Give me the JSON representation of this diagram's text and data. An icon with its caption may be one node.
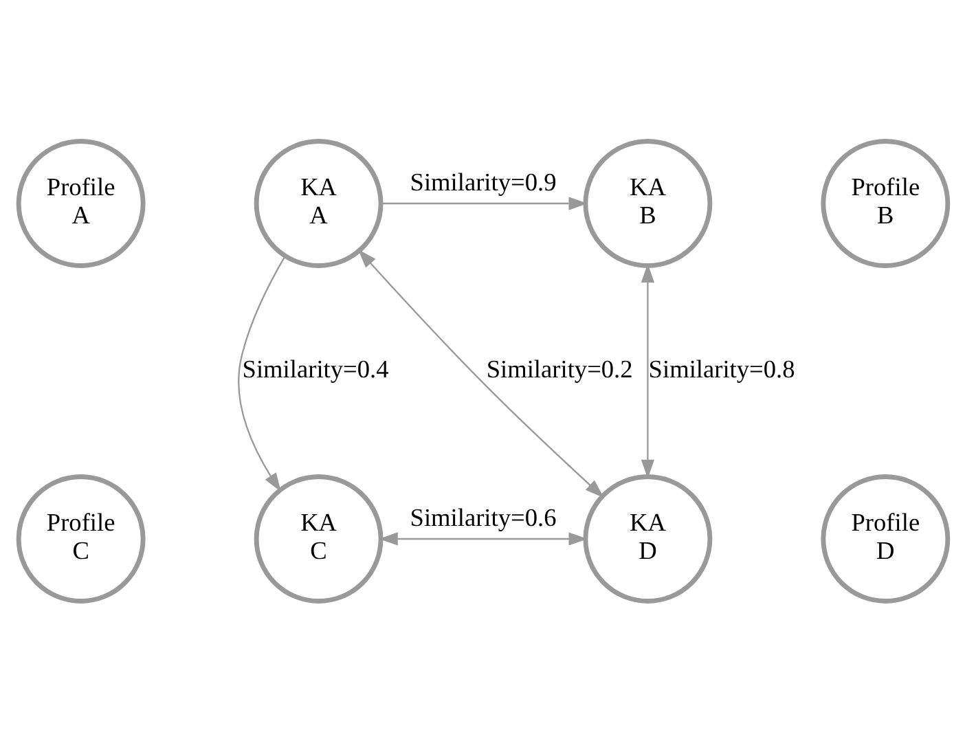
{
  "diagram": {
    "nodes": [
      {
        "text": [
          "Profile A"
        ]
      },
      {
        "text": [
          "KA A"
        ]
      },
      {
        "text": [
          "Profile B"
        ]
      },
      {
        "text": [
          "KA B"
        ]
      },
      {
        "text": [
          "KA C"
        ]
      },
      {
        "text": [
          "Profile C"
        ]
      },
      {
        "text": [
          "KA D"
        ]
      },
      {
        "text": [
          "Profile D"
        ]
      }
    ],
    "edges": [
      {
        "from": 1,
        "to": 3,
        "arrow": "to",
        "label": "Similarity=0.9"
      },
      {
        "from": 1,
        "to": 4,
        "arrow": "to",
        "label": "Similarity=0.4"
      },
      {
        "from": 1,
        "to": 6,
        "arrow": "both",
        "label": "Similarity=0.2"
      },
      {
        "from": 3,
        "to": 6,
        "arrow": "both",
        "label": "Similarity=0.8"
      },
      {
        "from": 4,
        "to": 6,
        "arrow": "both",
        "label": "Similarity=0.6"
      }
    ]
  }
}
